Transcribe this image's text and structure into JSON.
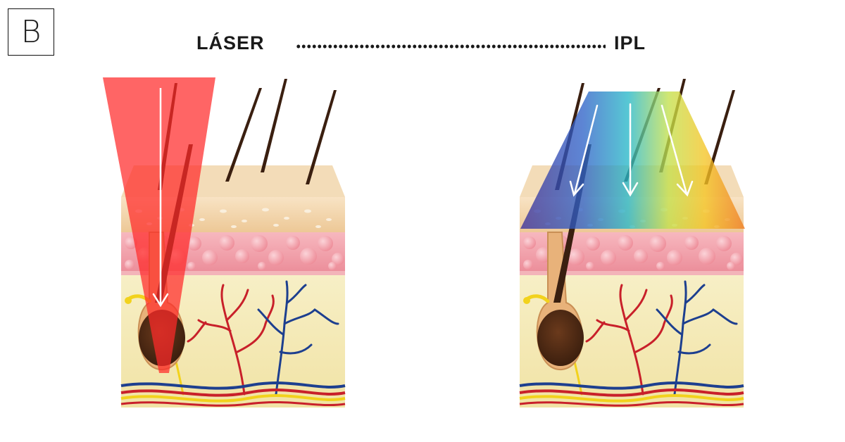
{
  "badge": {
    "letter": "B"
  },
  "header": {
    "left_label": "LÁSER",
    "right_label": "IPL"
  },
  "colors": {
    "laser_beam": "#ff2a2a",
    "vein_red": "#c8202a",
    "vein_blue": "#1d3f8f",
    "nerve_yellow": "#f2d21c",
    "epidermis": "#f1d3a8",
    "dermis_pink": "#f2a0aa",
    "subcutis": "#f7ecbb",
    "hair": "#3a1f10"
  },
  "icons": {
    "left_panel": "laser-skin-cross-section-icon",
    "right_panel": "ipl-skin-cross-section-icon"
  }
}
